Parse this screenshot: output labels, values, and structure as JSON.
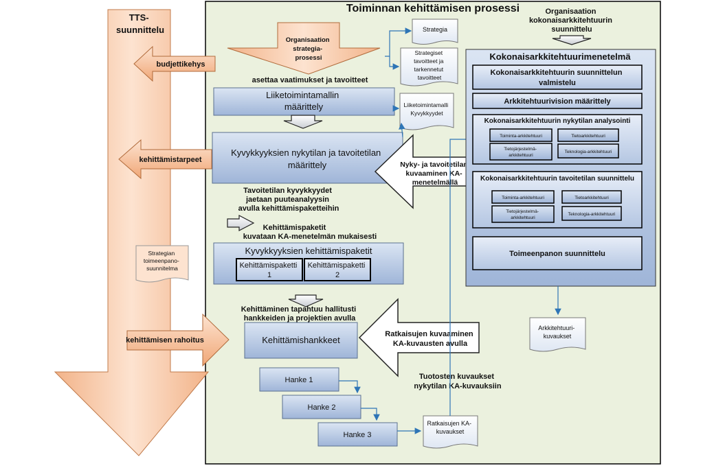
{
  "title": "Toiminnan kehittämisen prosessi",
  "colors": {
    "panel": "#ebf1de",
    "blue_box_top": "#dbe5f3",
    "blue_box_bottom": "#9db3d6",
    "orange_light": "#fde3d0",
    "orange_dark": "#f0a777",
    "connector": "#2e75b6",
    "outline": "#000000"
  },
  "tts": {
    "line1": "TTS-",
    "line2": "suunnittelu",
    "budjettikehys": "budjettikehys",
    "kehittamistarpeet": "kehittämistarpeet",
    "rahoitus": "kehittämisen rahoitus",
    "strategian_doc": [
      "Strategian",
      "toimeenpano-",
      "suunnitelma"
    ]
  },
  "strategy": {
    "org_prosessi": [
      "Organisaation",
      "strategia-",
      "prosessi"
    ],
    "asettaa": "asettaa vaatimukset ja tavoitteet",
    "doc_strategia": "Strategia",
    "doc_tavoitteet": [
      "Strategiset",
      "tavoitteet ja",
      "tarkennetut",
      "tavoitteet"
    ],
    "doc_kyvykkyydet": [
      "Liiketoimintamalli",
      "Kyvykkyydet"
    ]
  },
  "flow": {
    "liiketoimintamalli": [
      "Liiketoimintamallin",
      "määrittely"
    ],
    "kyvykkyyksien": [
      "Kyvykkyyksien nykytilan ja tavoitetilan",
      "määrittely"
    ],
    "tavoitetila_text": [
      "Tavoitetilan kyvykkyydet",
      "jaetaan puuteanalyysin",
      "avulla kehittämispaketteihin"
    ],
    "kehittamispaketit_text": [
      "Kehittämispaketit",
      "kuvataan KA-menetelmän mukaisesti"
    ],
    "paketit_title": "Kyvykkyyksien kehittämispaketit",
    "paketti1": [
      "Kehittämispaketti",
      "1"
    ],
    "paketti2": [
      "Kehittämispaketti",
      "2"
    ],
    "hallitusti_text": [
      "Kehittäminen tapahtuu hallitusti",
      "hankkeiden ja projektien avulla"
    ],
    "hankkeet": "Kehittämishankkeet",
    "hanke1": "Hanke 1",
    "hanke2": "Hanke 2",
    "hanke3": "Hanke 3",
    "nyky_arrow": [
      "Nyky- ja tavoitetilan",
      "kuvaaminen KA-",
      "menetelmällä"
    ],
    "ratkaisujen_arrow": [
      "Ratkaisujen kuvaaminen",
      "KA-kuvausten avulla"
    ],
    "tuotosten_text": [
      "Tuotosten kuvaukset",
      "nykytilan KA-kuvauksiin"
    ],
    "doc_ratkaisujen": [
      "Ratkaisujen KA-",
      "kuvaukset"
    ],
    "doc_arkkitehtuuri": [
      "Arkkitehtuuri-",
      "kuvaukset"
    ]
  },
  "ka": {
    "org_text": [
      "Organisaation",
      "kokonaisarkkitehtuurin",
      "suunnittelu"
    ],
    "title": "Kokonaisarkkitehtuurimenetelmä",
    "valmistelu": [
      "Kokonaisarkkitehtuurin suunnittelun",
      "valmistelu"
    ],
    "visio": "Arkkitehtuurivision määrittely",
    "nykytila_title": "Kokonaisarkkitehtuurin nykytilan analysointi",
    "nykytila_items": [
      "Toiminta-arkkitehtuuri",
      "Tietoarkkitehtuuri",
      "Tietojärjestelmä-|arkkitehtuuri",
      "Teknologia-arkkitehtuuri"
    ],
    "tavoitetila_title": "Kokonaisarkkitehtuurin tavoitetilan suunnittelu",
    "tavoitetila_items": [
      "Toiminta-arkkitehtuuri",
      "Tietoarkkitehtuuri",
      "Tietojärjestelmä-|arkkitehtuuri",
      "Teknologia-arkkitehtuuri"
    ],
    "toimeenpano": "Toimeenpanon suunnittelu"
  }
}
